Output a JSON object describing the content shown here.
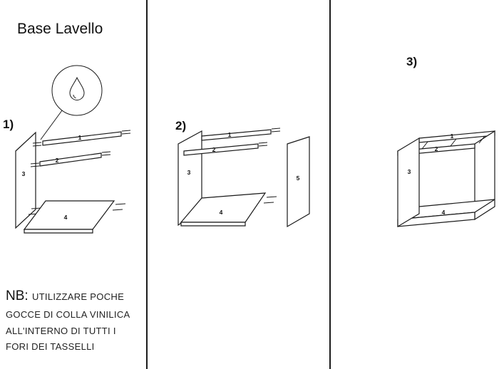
{
  "title": "Base Lavello",
  "steps": [
    {
      "label": "1)",
      "parts": {
        "p1": "1",
        "p2": "2",
        "p3": "3",
        "p4": "4"
      }
    },
    {
      "label": "2)",
      "parts": {
        "p1": "1",
        "p2": "2",
        "p3": "3",
        "p4": "4",
        "p5": "5"
      }
    },
    {
      "label": "3)",
      "parts": {
        "p1": "1",
        "p2": "2",
        "p3": "3",
        "p4": "4"
      }
    }
  ],
  "notes": {
    "prefix": "NB:",
    "lines": [
      "UTILIZZARE POCHE",
      "GOCCE DI COLLA VINILICA",
      "ALL'INTERNO DI TUTTI I",
      "FORI DEI TASSELLI"
    ]
  },
  "colors": {
    "ink": "#1a1a1a",
    "background": "#ffffff"
  }
}
